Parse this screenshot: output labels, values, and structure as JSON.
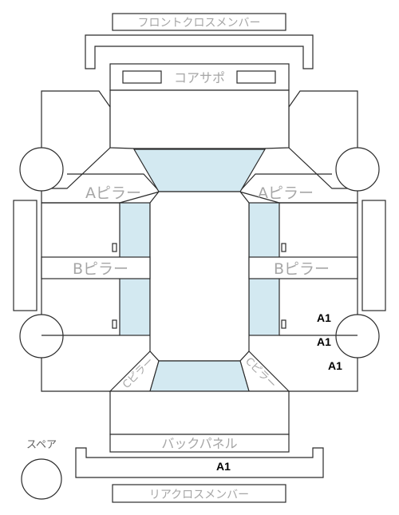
{
  "labels": {
    "front_cross_member": "フロントクロスメンバー",
    "core_support": "コアサポ",
    "a_pillar_left": "Aピラー",
    "a_pillar_right": "Aピラー",
    "b_pillar_left": "Bピラー",
    "b_pillar_right": "Bピラー",
    "c_pillar_left": "Cピラー",
    "c_pillar_right": "Cピラー",
    "back_panel": "バックパネル",
    "rear_cross_member": "リアクロスメンバー",
    "spare": "スペア"
  },
  "damage_marks": {
    "right_side_1": "A1",
    "right_side_2": "A1",
    "right_side_3": "A1",
    "rear_cross_member": "A1"
  },
  "colors": {
    "glass": "#d3e9f1",
    "outline": "#2b2b2b",
    "label_text": "#a6a6a6",
    "mark_text": "#000000"
  }
}
